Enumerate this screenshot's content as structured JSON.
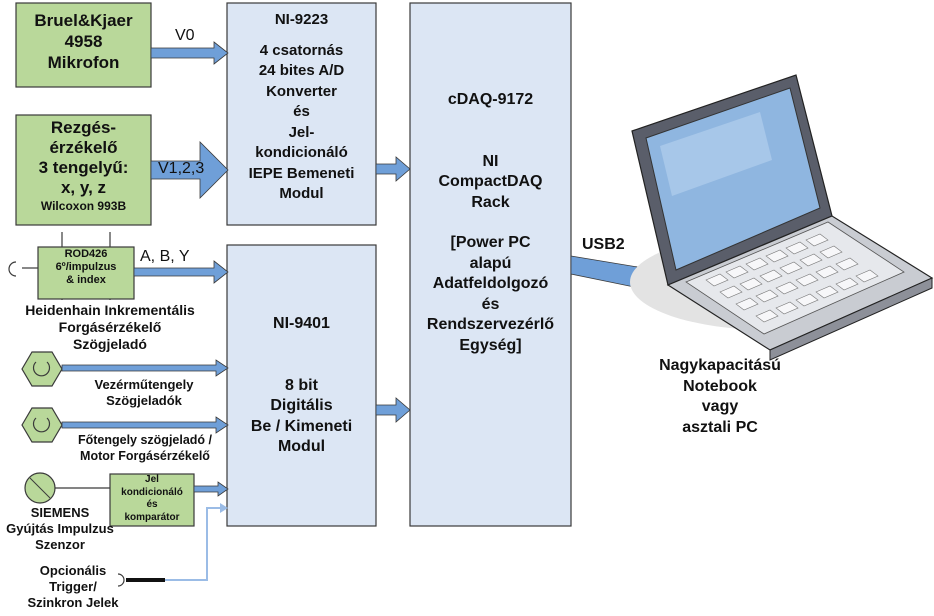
{
  "colors": {
    "green_box": "#b9d89a",
    "blue_box": "#dce6f4",
    "arrow_fill": "#6f9fd8",
    "arrow_light": "#9bbce6",
    "hex_fill": "#b9d89a",
    "border": "#3a3a3a"
  },
  "microphone": {
    "line1": "Bruel&Kjaer",
    "line2": "4958",
    "line3": "Mikrofon"
  },
  "vibration": {
    "line1": "Rezgés-",
    "line2": "érzékelő",
    "line3": "3 tengelyű:",
    "line4": "x, y, z",
    "line5": "Wilcoxon 993B"
  },
  "ni9223": {
    "title": "NI-9223",
    "line1": "4 csatornás",
    "line2": "24 bites A/D",
    "line3": "Konverter",
    "line4": "és",
    "line5": "Jel-",
    "line6": "kondicionáló",
    "line7": "IEPE Bemeneti",
    "line8": "Modul"
  },
  "cdaq": {
    "title": "cDAQ-9172",
    "line1": "NI",
    "line2": "CompactDAQ",
    "line3": "Rack",
    "line4": "[Power PC",
    "line5": "alapú",
    "line6": "Adatfeldolgozó",
    "line7": "és",
    "line8": "Rendszervezérlő",
    "line9": "Egység]"
  },
  "ni9401": {
    "title": "NI-9401",
    "line1": "8 bit",
    "line2": "Digitális",
    "line3": "Be / Kimeneti",
    "line4": "Modul"
  },
  "encoder": {
    "line1": "ROD426",
    "line2": "6º/impulzus",
    "line3": "& index"
  },
  "encoder_caption": {
    "line1": "Heidenhain Inkrementális",
    "line2": "Forgásérzékelő",
    "line3": "Szögjeladó"
  },
  "camshaft": {
    "line1": "Vezérműtengely",
    "line2": "Szögjeladók"
  },
  "crankshaft": {
    "line1": "Főtengely szögjeladó /",
    "line2": "Motor Forgásérzékelő"
  },
  "signal_cond": {
    "line1": "Jel",
    "line2": "kondicionáló",
    "line3": "és",
    "line4": "komparátor"
  },
  "siemens": {
    "line1": "SIEMENS",
    "line2": "Gyújtás Impulzus",
    "line3": "Szenzor"
  },
  "optional": {
    "line1": "Opcionális",
    "line2": "Trigger/",
    "line3": "Szinkron Jelek"
  },
  "arrow_labels": {
    "v0": "V0",
    "v123": "V1,2,3",
    "aby": "A, B, Y",
    "usb": "USB2"
  },
  "pc": {
    "line1": "Nagykapacitású",
    "line2": "Notebook",
    "line3": "vagy",
    "line4": "asztali PC"
  }
}
